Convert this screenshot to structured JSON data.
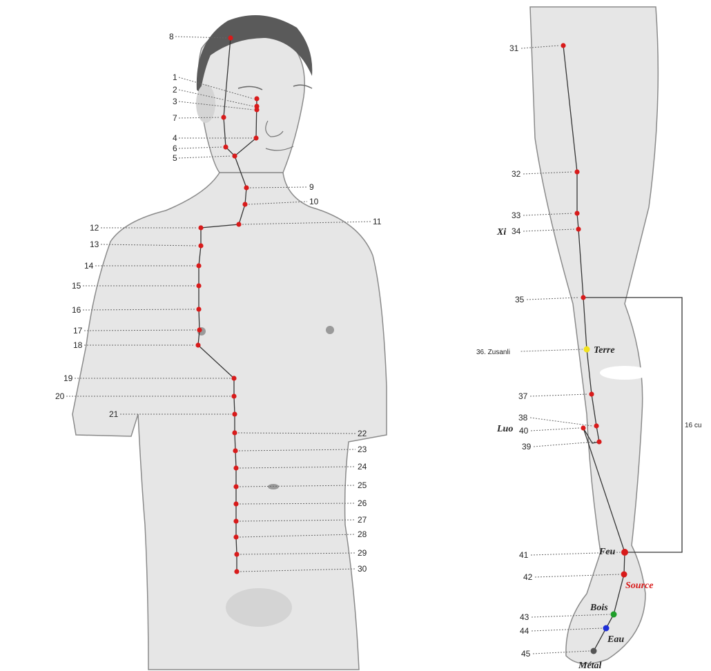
{
  "body_points": [
    {
      "n": "1"
    },
    {
      "n": "2"
    },
    {
      "n": "3"
    },
    {
      "n": "4"
    },
    {
      "n": "5"
    },
    {
      "n": "6"
    },
    {
      "n": "7"
    },
    {
      "n": "8"
    },
    {
      "n": "9"
    },
    {
      "n": "10"
    },
    {
      "n": "11"
    },
    {
      "n": "12"
    },
    {
      "n": "13"
    },
    {
      "n": "14"
    },
    {
      "n": "15"
    },
    {
      "n": "16"
    },
    {
      "n": "17"
    },
    {
      "n": "18"
    },
    {
      "n": "19"
    },
    {
      "n": "20"
    },
    {
      "n": "21"
    },
    {
      "n": "22"
    },
    {
      "n": "23"
    },
    {
      "n": "24"
    },
    {
      "n": "25"
    },
    {
      "n": "26"
    },
    {
      "n": "27"
    },
    {
      "n": "28"
    },
    {
      "n": "29"
    },
    {
      "n": "30"
    }
  ],
  "leg_points": [
    {
      "n": "31"
    },
    {
      "n": "32"
    },
    {
      "n": "33"
    },
    {
      "n": "34",
      "tag": "Xi"
    },
    {
      "n": "35"
    },
    {
      "n": "36. Zusanli",
      "element": "Terre"
    },
    {
      "n": "37"
    },
    {
      "n": "38"
    },
    {
      "n": "39"
    },
    {
      "n": "40",
      "tag": "Luo"
    },
    {
      "n": "41",
      "element": "Feu"
    },
    {
      "n": "42",
      "element": "Source"
    },
    {
      "n": "43",
      "element": "Bois"
    },
    {
      "n": "44",
      "element": "Eau"
    },
    {
      "n": "45",
      "element": "Métal"
    }
  ],
  "bracket_label": "16 cu",
  "colors": {
    "point": "#d81b1b",
    "terre": "#f2e21c",
    "bois": "#1f9e2a",
    "eau": "#1e2fd8",
    "metal": "#555555",
    "source_text": "#d81b1b"
  }
}
